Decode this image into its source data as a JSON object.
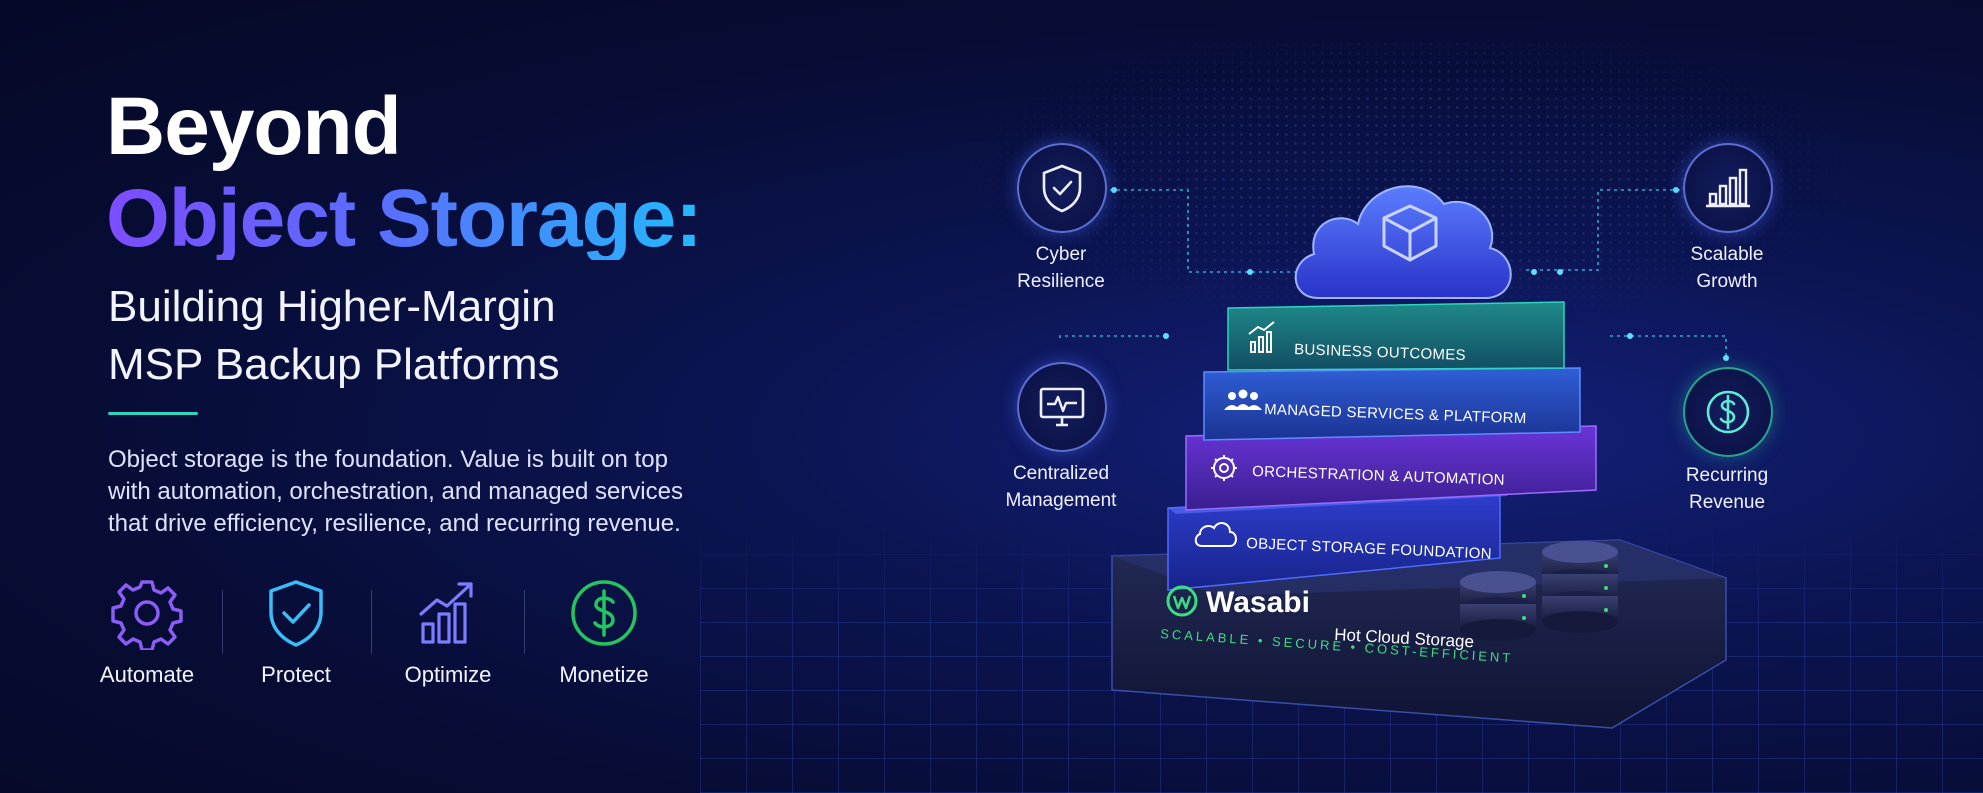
{
  "hero": {
    "title_line1": "Beyond",
    "title_line2": "Object Storage:",
    "subtitle_line1": "Building Higher-Margin",
    "subtitle_line2": "MSP Backup Platforms",
    "description": "Object storage is the foundation. Value is built on top with automation, orchestration, and managed services that drive efficiency, resilience, and recurring revenue."
  },
  "features": [
    {
      "label": "Automate",
      "icon": "gear-icon"
    },
    {
      "label": "Protect",
      "icon": "shield-check-icon"
    },
    {
      "label": "Optimize",
      "icon": "bar-chart-arrow-icon"
    },
    {
      "label": "Monetize",
      "icon": "dollar-circle-icon"
    }
  ],
  "callouts": {
    "cyber_resilience": {
      "line1": "Cyber",
      "line2": "Resilience",
      "icon": "shield-check-icon"
    },
    "centralized_management": {
      "line1": "Centralized",
      "line2": "Management",
      "icon": "monitor-pulse-icon"
    },
    "scalable_growth": {
      "line1": "Scalable",
      "line2": "Growth",
      "icon": "bar-chart-icon"
    },
    "recurring_revenue": {
      "line1": "Recurring",
      "line2": "Revenue",
      "icon": "dollar-circle-icon"
    }
  },
  "stack": {
    "layers": [
      {
        "label": "BUSINESS OUTCOMES",
        "icon": "growth-chart-icon"
      },
      {
        "label": "MANAGED SERVICES & PLATFORM",
        "icon": "users-icon"
      },
      {
        "label": "ORCHESTRATION & AUTOMATION",
        "icon": "gear-icon"
      },
      {
        "label": "OBJECT STORAGE FOUNDATION",
        "icon": "cloud-icon"
      }
    ],
    "base": {
      "brand": "Wasabi",
      "product": "Hot Cloud Storage",
      "tagline": "SCALABLE • SECURE • COST-EFFICIENT"
    },
    "top_icon": "cloud-cube-icon"
  },
  "colors": {
    "accent_purple": "#7c4dff",
    "accent_blue": "#23b9ff",
    "accent_teal": "#2dd4bf",
    "wasabi_green": "#3ddc84"
  }
}
